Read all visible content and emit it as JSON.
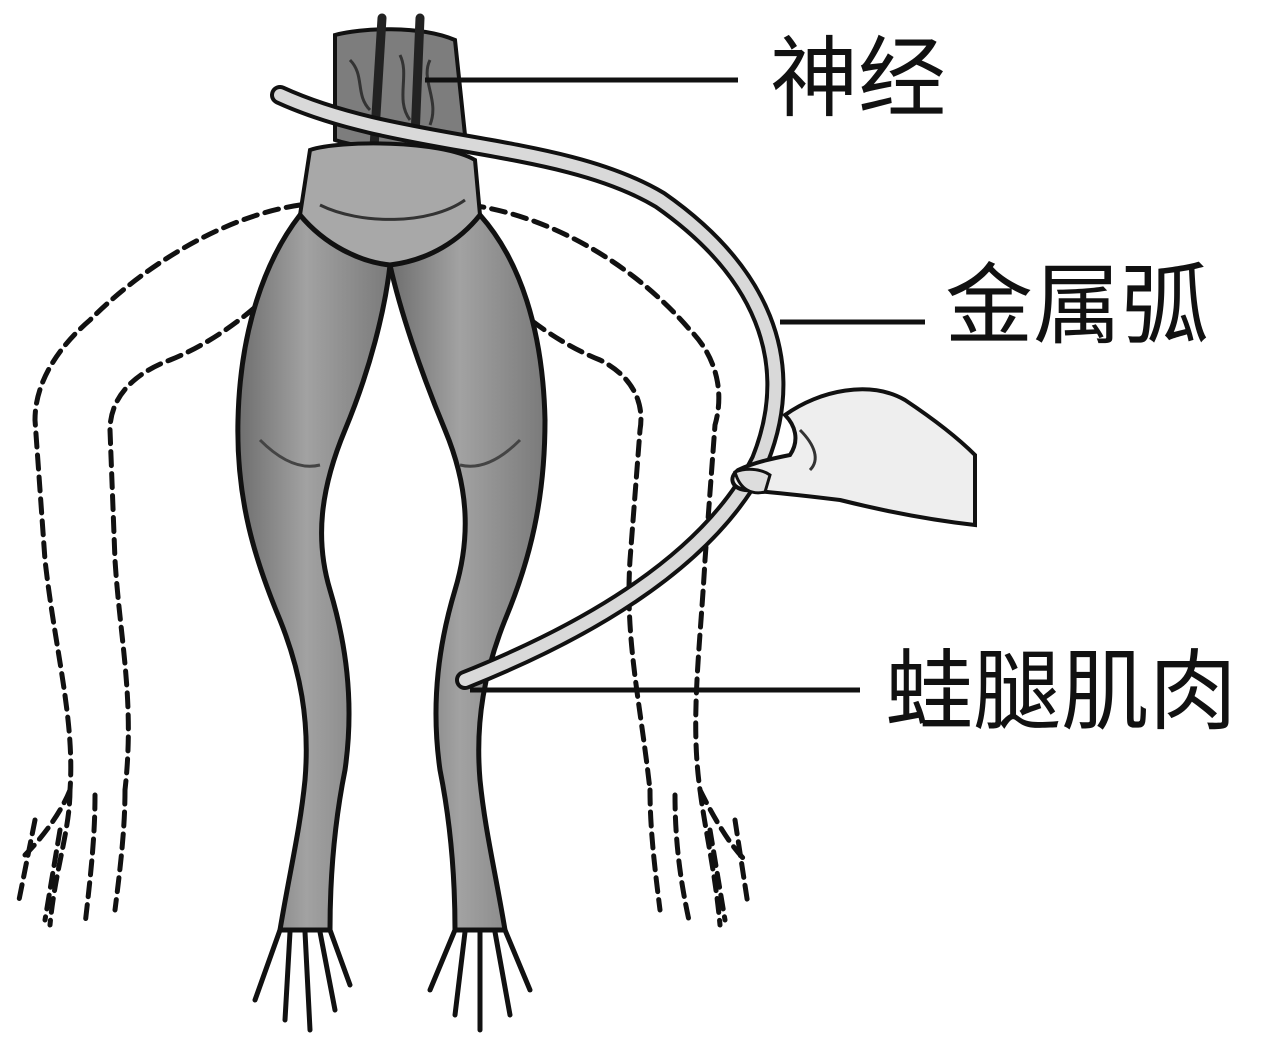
{
  "labels": {
    "nerve": "神经",
    "metal_arc": "金属弧",
    "leg_muscle": "蛙腿肌肉"
  },
  "colors": {
    "background": "#ffffff",
    "ink": "#111111",
    "leg_fill": "#8f8f8f",
    "leg_shadow": "#6e6e6e",
    "leg_highlight": "#b4b4b4",
    "arc_fill": "#d9d9d9",
    "hand_fill": "#eeeeee"
  }
}
